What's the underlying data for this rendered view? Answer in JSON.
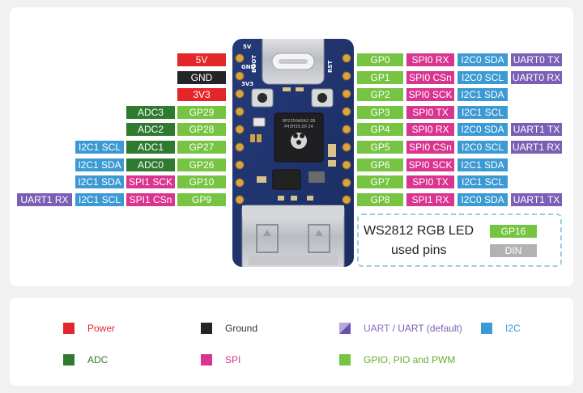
{
  "colors": {
    "power": "#e3262a",
    "ground": "#222428",
    "adc": "#2f7a2f",
    "gpio": "#76c442",
    "spi": "#d9348f",
    "i2c": "#3b9ad3",
    "uart": "#7b5fb4",
    "din": "#b2b2b2"
  },
  "left_pins": [
    {
      "labels": [
        {
          "text": "5V",
          "cat": "power"
        }
      ]
    },
    {
      "labels": [
        {
          "text": "GND",
          "cat": "gnd"
        }
      ]
    },
    {
      "labels": [
        {
          "text": "3V3",
          "cat": "power"
        }
      ]
    },
    {
      "labels": [
        {
          "text": "ADC3",
          "cat": "adc"
        },
        {
          "text": "GP29",
          "cat": "gpio"
        }
      ]
    },
    {
      "labels": [
        {
          "text": "ADC2",
          "cat": "adc"
        },
        {
          "text": "GP28",
          "cat": "gpio"
        }
      ]
    },
    {
      "labels": [
        {
          "text": "I2C1 SCL",
          "cat": "i2c"
        },
        {
          "text": "ADC1",
          "cat": "adc"
        },
        {
          "text": "GP27",
          "cat": "gpio"
        }
      ]
    },
    {
      "labels": [
        {
          "text": "I2C1 SDA",
          "cat": "i2c"
        },
        {
          "text": "ADC0",
          "cat": "adc"
        },
        {
          "text": "GP26",
          "cat": "gpio"
        }
      ]
    },
    {
      "labels": [
        {
          "text": "I2C1 SDA",
          "cat": "i2c"
        },
        {
          "text": "SPI1 SCK",
          "cat": "spi"
        },
        {
          "text": "GP10",
          "cat": "gpio"
        }
      ]
    },
    {
      "labels": [
        {
          "text": "UART1 RX",
          "cat": "uart"
        },
        {
          "text": "I2C1 SCL",
          "cat": "i2c"
        },
        {
          "text": "SPI1 CSn",
          "cat": "spi"
        },
        {
          "text": "GP9",
          "cat": "gpio"
        }
      ]
    }
  ],
  "right_pins": [
    {
      "labels": [
        {
          "text": "GP0",
          "cat": "gpio"
        },
        {
          "text": "SPI0 RX",
          "cat": "spi"
        },
        {
          "text": "I2C0 SDA",
          "cat": "i2c"
        },
        {
          "text": "UART0 TX",
          "cat": "uart"
        }
      ]
    },
    {
      "labels": [
        {
          "text": "GP1",
          "cat": "gpio"
        },
        {
          "text": "SPI0 CSn",
          "cat": "spi"
        },
        {
          "text": "I2C0 SCL",
          "cat": "i2c"
        },
        {
          "text": "UART0 RX",
          "cat": "uart"
        }
      ]
    },
    {
      "labels": [
        {
          "text": "GP2",
          "cat": "gpio"
        },
        {
          "text": "SPI0 SCK",
          "cat": "spi"
        },
        {
          "text": "I2C1 SDA",
          "cat": "i2c"
        }
      ]
    },
    {
      "labels": [
        {
          "text": "GP3",
          "cat": "gpio"
        },
        {
          "text": "SPI0 TX",
          "cat": "spi"
        },
        {
          "text": "I2C1 SCL",
          "cat": "i2c"
        }
      ]
    },
    {
      "labels": [
        {
          "text": "GP4",
          "cat": "gpio"
        },
        {
          "text": "SPI0 RX",
          "cat": "spi"
        },
        {
          "text": "I2C0 SDA",
          "cat": "i2c"
        },
        {
          "text": "UART1 TX",
          "cat": "uart"
        }
      ]
    },
    {
      "labels": [
        {
          "text": "GP5",
          "cat": "gpio"
        },
        {
          "text": "SPI0 CSn",
          "cat": "spi"
        },
        {
          "text": "I2C0 SCL",
          "cat": "i2c"
        },
        {
          "text": "UART1 RX",
          "cat": "uart"
        }
      ]
    },
    {
      "labels": [
        {
          "text": "GP6",
          "cat": "gpio"
        },
        {
          "text": "SPI0 SCK",
          "cat": "spi"
        },
        {
          "text": "I2C1 SDA",
          "cat": "i2c"
        }
      ]
    },
    {
      "labels": [
        {
          "text": "GP7",
          "cat": "gpio"
        },
        {
          "text": "SPI0 TX",
          "cat": "spi"
        },
        {
          "text": "I2C1 SCL",
          "cat": "i2c"
        }
      ]
    },
    {
      "labels": [
        {
          "text": "GP8",
          "cat": "gpio"
        },
        {
          "text": "SPI1 RX",
          "cat": "spi"
        },
        {
          "text": "I2C0 SDA",
          "cat": "i2c"
        },
        {
          "text": "UART1 TX",
          "cat": "uart"
        }
      ]
    }
  ],
  "board": {
    "silk_left": [
      "5V",
      "GND",
      "3V3"
    ],
    "silk_boot": "BOOT",
    "silk_rst": "RST",
    "chip_text": "RP2350A0A2 2B P43H35.00 24"
  },
  "led": {
    "title": "WS2812 RGB LED",
    "subtitle": "used pins",
    "pin": "GP16",
    "signal": "DIN"
  },
  "legend": [
    {
      "text": "Power",
      "text2": "",
      "cat": "power",
      "color": "#e3262a",
      "color2": ""
    },
    {
      "text": "Ground",
      "text2": "",
      "cat": "gnd",
      "color": "#333333",
      "color2": ""
    },
    {
      "text": "UART",
      "text2": " / UART (default)",
      "cat": "uart",
      "color": "#8a6fc4",
      "color2": "#2a2a2a"
    },
    {
      "text": "I2C",
      "text2": "",
      "cat": "i2c",
      "color": "#3b9ad3",
      "color2": ""
    },
    {
      "text": "ADC",
      "text2": "",
      "cat": "adc",
      "color": "#2f7a2f",
      "color2": ""
    },
    {
      "text": "SPI",
      "text2": "",
      "cat": "spi",
      "color": "#d9348f",
      "color2": ""
    },
    {
      "text": "GPIO, PIO and PWM",
      "text2": "",
      "cat": "gpio",
      "color": "#62b02e",
      "color2": ""
    }
  ]
}
